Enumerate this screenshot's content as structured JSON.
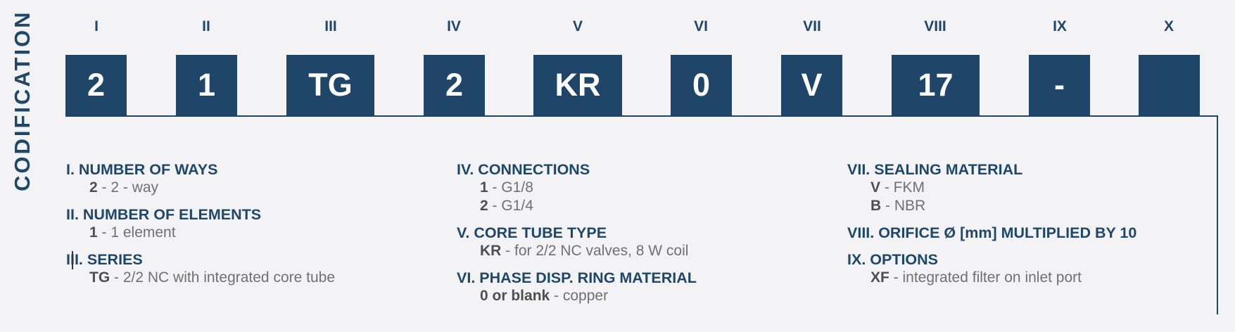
{
  "side_title": "CODIFICATION",
  "positions": [
    {
      "roman": "I",
      "value": "2"
    },
    {
      "roman": "II",
      "value": "1"
    },
    {
      "roman": "III",
      "value": "TG"
    },
    {
      "roman": "IV",
      "value": "2"
    },
    {
      "roman": "V",
      "value": "KR"
    },
    {
      "roman": "VI",
      "value": "0"
    },
    {
      "roman": "VII",
      "value": "V"
    },
    {
      "roman": "VIII",
      "value": "17"
    },
    {
      "roman": "IX",
      "value": "-"
    },
    {
      "roman": "X",
      "value": ""
    }
  ],
  "sections": [
    {
      "heading": "I. NUMBER OF WAYS",
      "items": [
        {
          "code": "2",
          "desc": " - 2 - way"
        }
      ]
    },
    {
      "heading": "II. NUMBER OF ELEMENTS",
      "items": [
        {
          "code": "1",
          "desc": " - 1 element"
        }
      ]
    },
    {
      "heading": "III. SERIES",
      "items": [
        {
          "code": "TG",
          "desc": " - 2/2 NC with integrated core tube"
        }
      ]
    },
    {
      "heading": "IV. CONNECTIONS",
      "items": [
        {
          "code": "1",
          "desc": " - G1/8"
        },
        {
          "code": "2",
          "desc": " - G1/4"
        }
      ]
    },
    {
      "heading": "V. CORE TUBE TYPE",
      "items": [
        {
          "code": "KR",
          "desc": " - for 2/2 NC valves, 8 W coil"
        }
      ]
    },
    {
      "heading": "VI. PHASE DISP. RING MATERIAL",
      "items": [
        {
          "code": "0 or blank",
          "desc": " - copper"
        }
      ]
    },
    {
      "heading": "VII. SEALING MATERIAL",
      "items": [
        {
          "code": "V",
          "desc": " - FKM"
        },
        {
          "code": "B",
          "desc": " - NBR"
        }
      ]
    },
    {
      "heading": "VIII. ORIFICE Ø [mm] MULTIPLIED BY 10",
      "items": []
    },
    {
      "heading": "IX. OPTIONS",
      "items": [
        {
          "code": "XF",
          "desc": " - integrated filter on inlet port"
        }
      ]
    }
  ],
  "colors": {
    "primary": "#1f4668",
    "text": "#707070",
    "background": "#f3f3f5"
  }
}
